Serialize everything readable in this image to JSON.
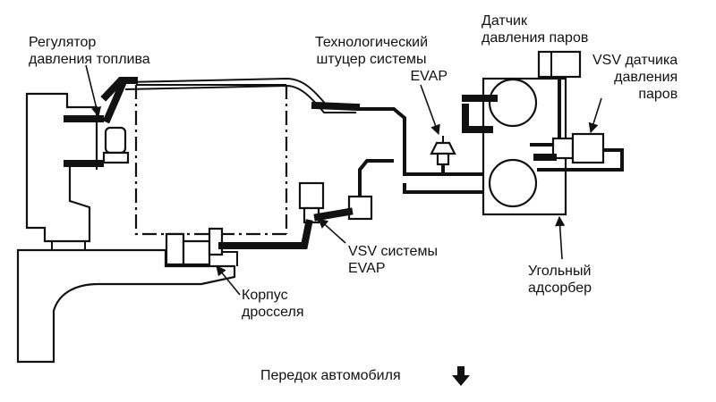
{
  "labels": {
    "fuel_regulator": [
      "Регулятор",
      "давления топлива"
    ],
    "evap_port": [
      "Технологический",
      "штуцер системы",
      "EVAP"
    ],
    "vapor_sensor": [
      "Датчик",
      "давления паров"
    ],
    "vsv_vapor_sensor": [
      "VSV датчика",
      "давления",
      "паров"
    ],
    "vsv_evap": [
      "VSV  системы",
      "EVAP"
    ],
    "throttle_body": [
      "Корпус",
      "дросселя"
    ],
    "charcoal_canister": [
      "Угольный",
      "адсорбер"
    ],
    "vehicle_front": "Передок автомобиля"
  },
  "icons": {
    "front_arrow": "arrow-down-icon"
  },
  "colors": {
    "ink": "#111111",
    "background": "#ffffff"
  }
}
